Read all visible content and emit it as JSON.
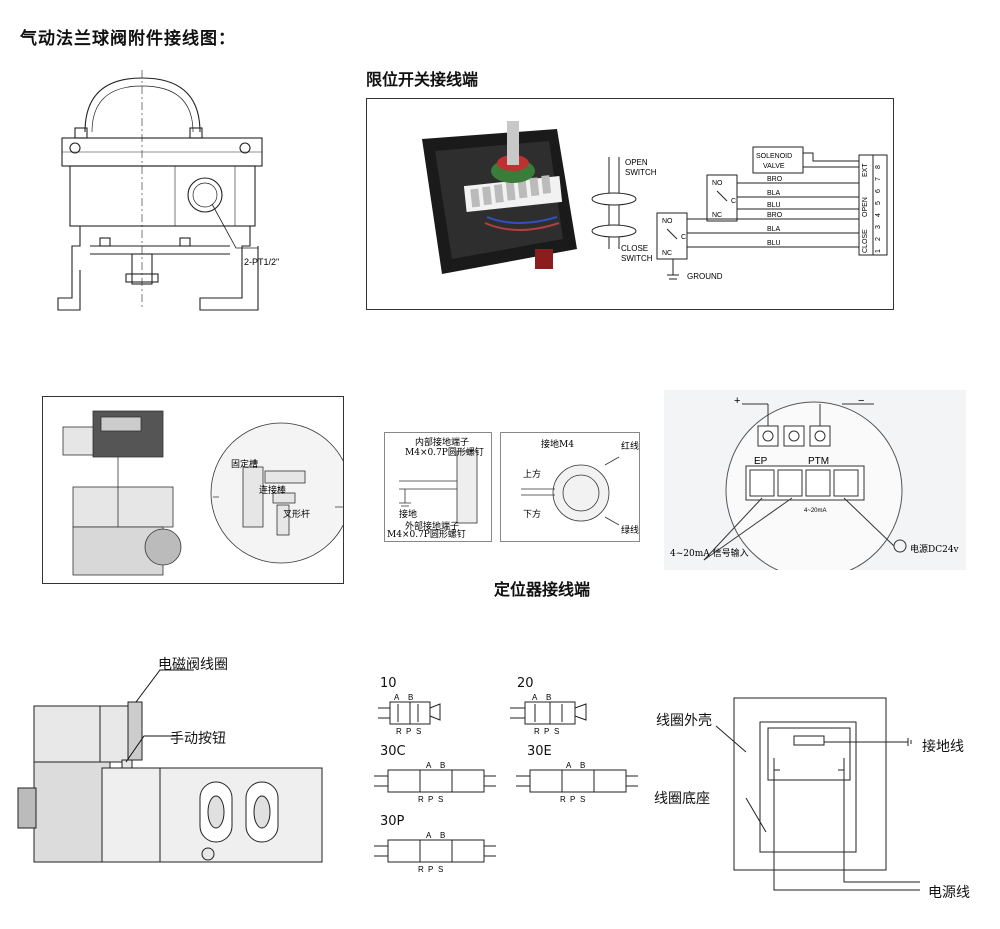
{
  "page_title": "气动法兰球阀附件接线图：",
  "limit_switch_title": "限位开关接线端",
  "positioner_title": "定位器接线端",
  "valve_drawing": {
    "port_label": "2-PT1/2\""
  },
  "limit_switch_diagram": {
    "open_switch": [
      "OPEN",
      "SWITCH"
    ],
    "close_switch": [
      "CLOSE",
      "SWITCH"
    ],
    "ground": "GROUND",
    "solenoid": [
      "SOLENOID",
      "VALVE"
    ],
    "no": "NO",
    "nc": "NC",
    "c": "C",
    "wires": [
      "BRO",
      "BLA",
      "BLU",
      "BRO",
      "BLA",
      "BLU"
    ],
    "terminal_numbers": [
      "1",
      "2",
      "3",
      "4",
      "5",
      "6",
      "7",
      "8"
    ],
    "terminal_groups": [
      "CLOSE",
      "OPEN",
      "EXT"
    ]
  },
  "positioner_photo": {
    "labels": [
      "固定槽",
      "连接棒",
      "叉形杆"
    ]
  },
  "positioner_terminals": {
    "left": {
      "top_label": "内部接地端子",
      "top_screw": "M4×0.7P圆形螺钉",
      "bottom_label": "外部接地端子",
      "bottom_screw": "M4×0.7P圆形螺钉",
      "ground": "接地"
    },
    "right": {
      "screw": "接地M4",
      "red": "红线",
      "green": "绿线",
      "up": "上方",
      "down": "下方"
    }
  },
  "positioner_board": {
    "ep": "EP",
    "ptm": "PTM",
    "plus": "+",
    "minus": "−",
    "signal": "4~20mA",
    "input": "4~20mA 信号输入",
    "power": "电源DC24v"
  },
  "solenoid_coil": {
    "coil_label": "电磁阀线圈",
    "manual_button": "手动按钮"
  },
  "valve_symbols": [
    {
      "code": "10",
      "ports_top": [
        "A",
        "B"
      ],
      "ports_bottom": [
        "R",
        "P",
        "S"
      ]
    },
    {
      "code": "20",
      "ports_top": [
        "A",
        "B"
      ],
      "ports_bottom": [
        "R",
        "P",
        "S"
      ]
    },
    {
      "code": "30C",
      "ports_top": [
        "A",
        "B"
      ],
      "ports_bottom": [
        "R",
        "P",
        "S"
      ]
    },
    {
      "code": "30E",
      "ports_top": [
        "A",
        "B"
      ],
      "ports_bottom": [
        "R",
        "P",
        "S"
      ]
    },
    {
      "code": "30P",
      "ports_top": [
        "A",
        "B"
      ],
      "ports_bottom": [
        "R",
        "P",
        "S"
      ]
    }
  ],
  "coil_box": {
    "housing": "线圈外壳",
    "base": "线圈底座",
    "ground": "接地线",
    "power": "电源线"
  }
}
